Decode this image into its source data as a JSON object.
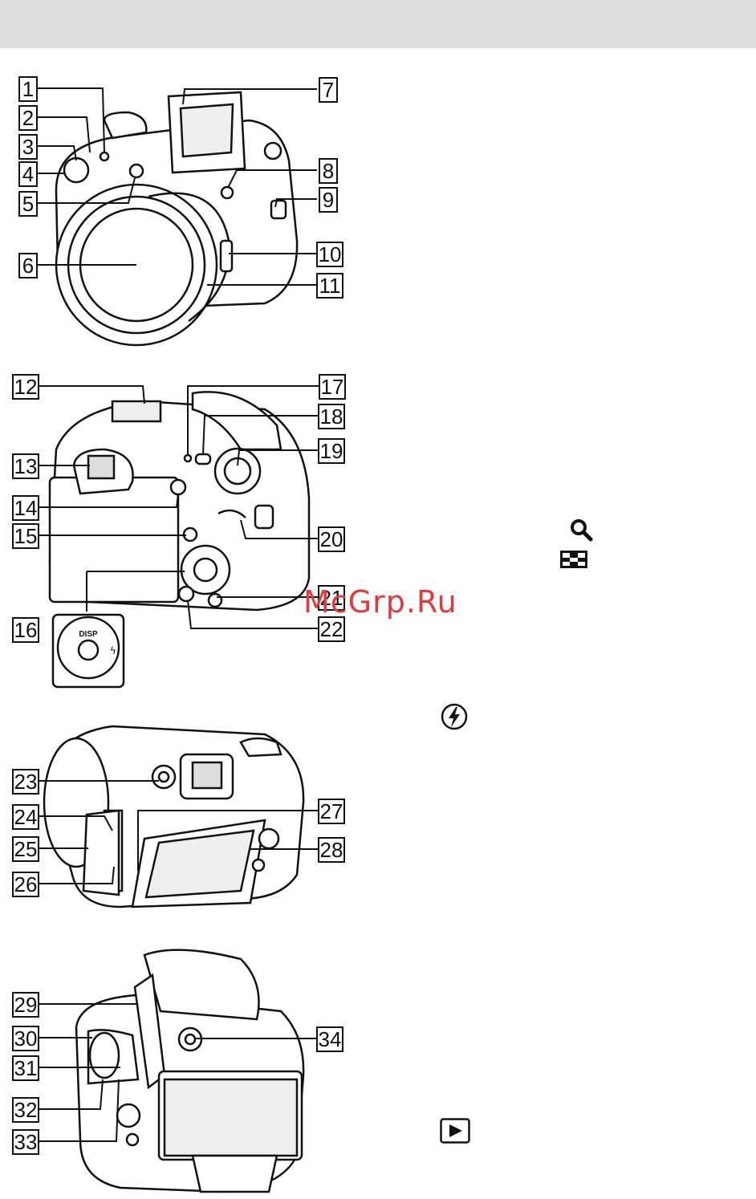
{
  "callouts": {
    "c1": "1",
    "c2": "2",
    "c3": "3",
    "c4": "4",
    "c5": "5",
    "c6": "6",
    "c7": "7",
    "c8": "8",
    "c9": "9",
    "c10": "10",
    "c11": "11",
    "c12": "12",
    "c13": "13",
    "c14": "14",
    "c15": "15",
    "c16": "16",
    "c17": "17",
    "c18": "18",
    "c19": "19",
    "c20": "20",
    "c21": "21",
    "c22": "22",
    "c23": "23",
    "c24": "24",
    "c25": "25",
    "c26": "26",
    "c27": "27",
    "c28": "28",
    "c29": "29",
    "c30": "30",
    "c31": "31",
    "c32": "32",
    "c33": "33",
    "c34": "34"
  },
  "inset": {
    "disp": "DISP"
  },
  "watermark": "McGrp.Ru",
  "icons": [
    "zoom-magnifier-icon",
    "index-grid-icon",
    "flash-icon",
    "playback-icon"
  ]
}
